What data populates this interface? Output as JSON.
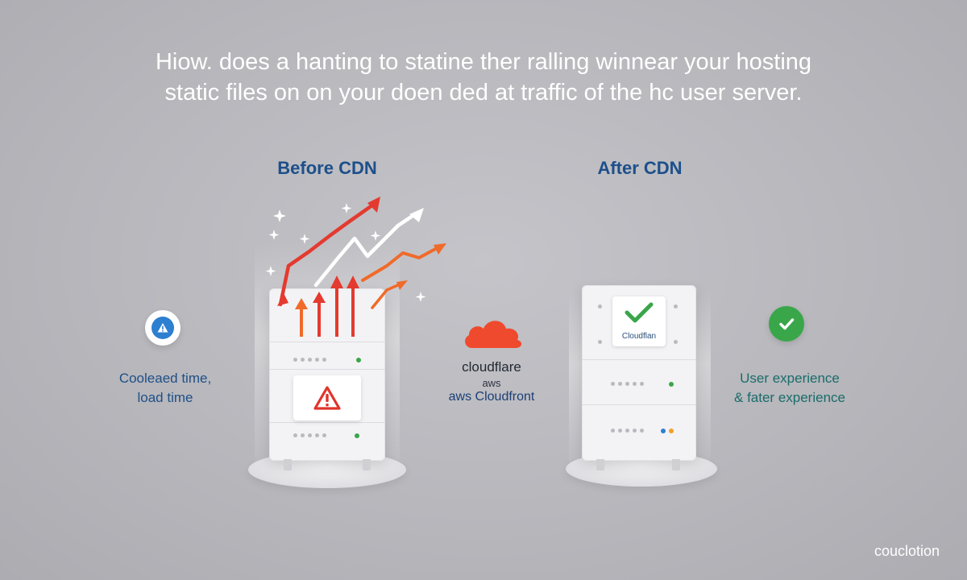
{
  "headline": {
    "line1": "Hiow. does a hanting to statine ther ralling winnear your hosting",
    "line2": "static files on on your doen ded at traffic of  the hc user server."
  },
  "before": {
    "title": "Before CDN",
    "status_line1": "Cooleaed time,",
    "status_line2": "load time"
  },
  "after": {
    "title": "After CDN",
    "panel_label": "Cloudflan",
    "status_line1": "User experience",
    "status_line2": "& fater experience"
  },
  "vendors": {
    "cloudflare": "cloudflare",
    "aws": "aws",
    "cloudfront": "aws Cloudfront"
  },
  "watermark": "couclotion",
  "colors": {
    "title_blue": "#1d4f8a",
    "arrow_red": "#e43a2f",
    "arrow_orange": "#f06a2a",
    "cloud_orange": "#ef4a2e",
    "warning_red": "#e0342b",
    "success_green": "#3aa64a",
    "info_blue": "#2d7fd0"
  },
  "icons": [
    "warning-icon",
    "check-icon",
    "cloud-icon",
    "alert-triangle-icon",
    "sparkle-icon",
    "arrow-up-icon"
  ]
}
